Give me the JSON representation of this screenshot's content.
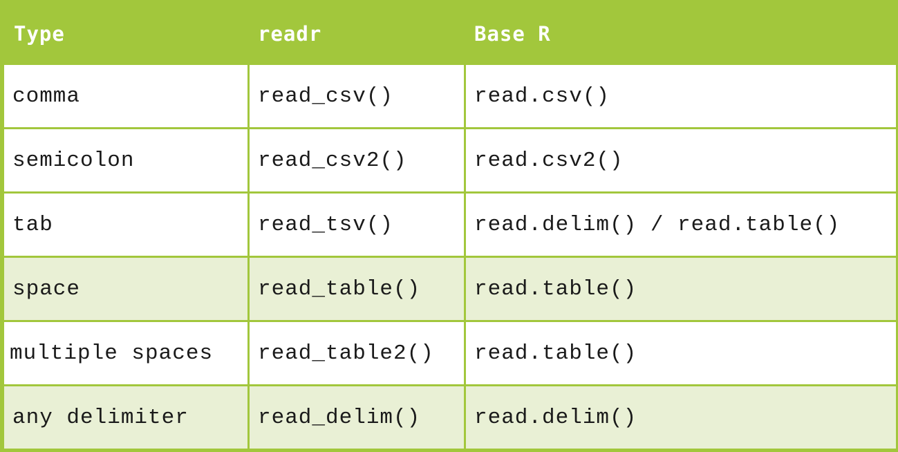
{
  "header": {
    "type": "Type",
    "readr": "readr",
    "base_r": "Base R"
  },
  "rows": [
    {
      "type": "comma",
      "readr": "read_csv()",
      "base_r": "read.csv()",
      "tinted": false
    },
    {
      "type": "semicolon",
      "readr": "read_csv2()",
      "base_r": "read.csv2()",
      "tinted": false
    },
    {
      "type": "tab",
      "readr": "read_tsv()",
      "base_r": "read.delim() / read.table()",
      "tinted": false
    },
    {
      "type": "space",
      "readr": "read_table()",
      "base_r": "read.table()",
      "tinted": true
    },
    {
      "type": "multiple spaces",
      "readr": "read_table2()",
      "base_r": "read.table()",
      "tinted": false
    },
    {
      "type": "any delimiter",
      "readr": "read_delim()",
      "base_r": "read.delim()",
      "tinted": true
    }
  ],
  "colors": {
    "header_bg": "#a2c73c",
    "tint_row_bg": "#e9f0d5",
    "border": "#a2c73c"
  }
}
